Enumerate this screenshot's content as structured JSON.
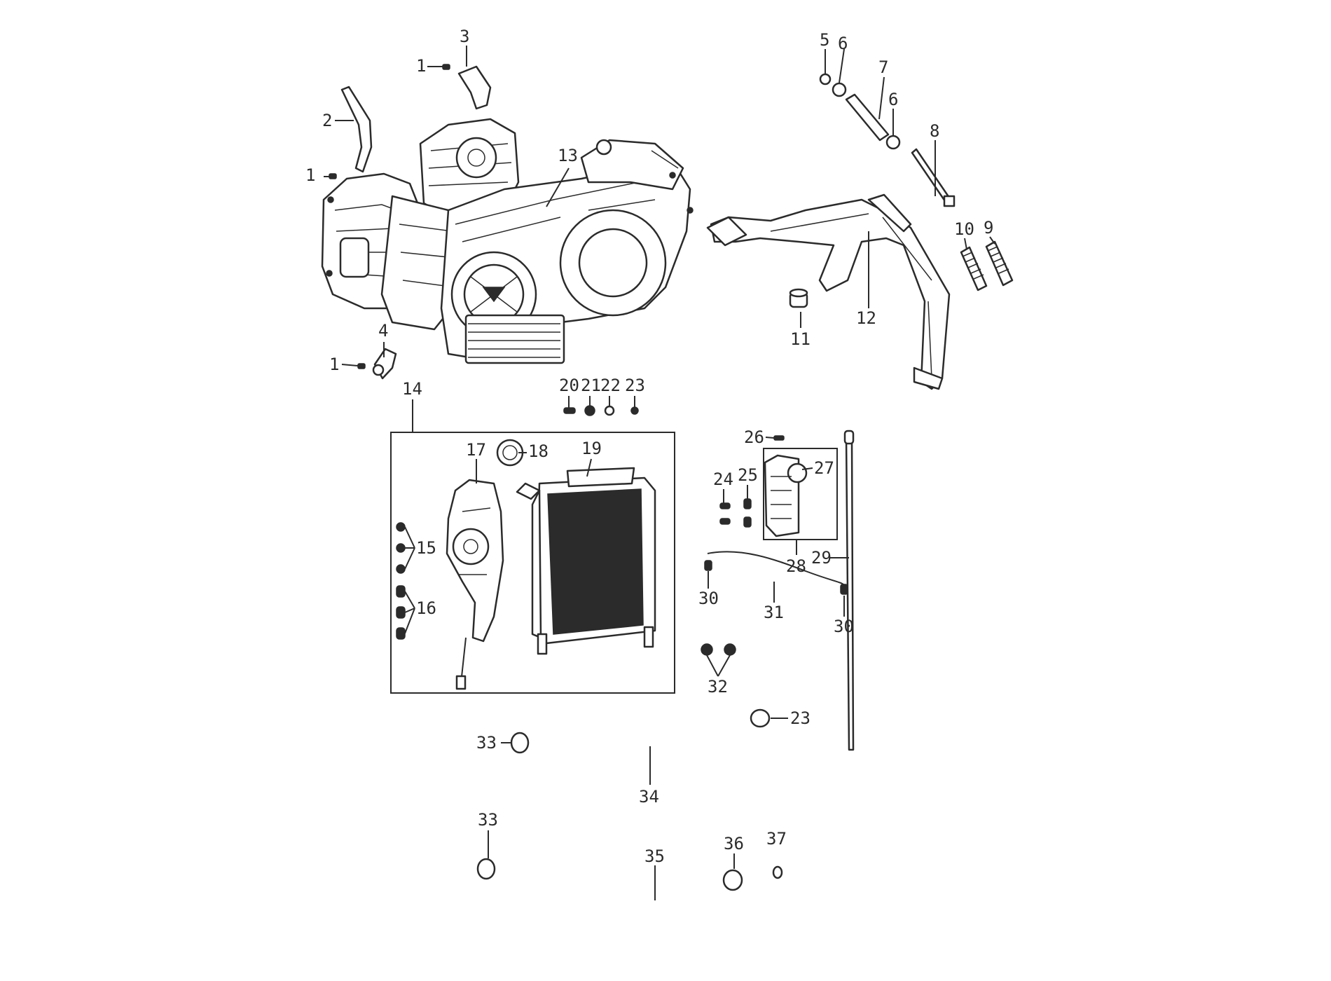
{
  "labels": {
    "l1a": "1",
    "l1b": "1",
    "l1c": "1",
    "l2": "2",
    "l3": "3",
    "l4": "4",
    "l5": "5",
    "l6a": "6",
    "l6b": "6",
    "l7": "7",
    "l8": "8",
    "l9": "9",
    "l10": "10",
    "l11": "11",
    "l12": "12",
    "l13": "13",
    "l14": "14",
    "l15": "15",
    "l16": "16",
    "l17": "17",
    "l18": "18",
    "l19": "19",
    "l20": "20",
    "l21": "21",
    "l22": "22",
    "l23a": "23",
    "l23b": "23",
    "l24": "24",
    "l25": "25",
    "l26": "26",
    "l27": "27",
    "l28": "28",
    "l29": "29",
    "l30a": "30",
    "l30b": "30",
    "l31": "31",
    "l32": "32",
    "l33a": "33",
    "l33b": "33",
    "l34": "34",
    "l35": "35",
    "l36": "36",
    "l37": "37"
  }
}
